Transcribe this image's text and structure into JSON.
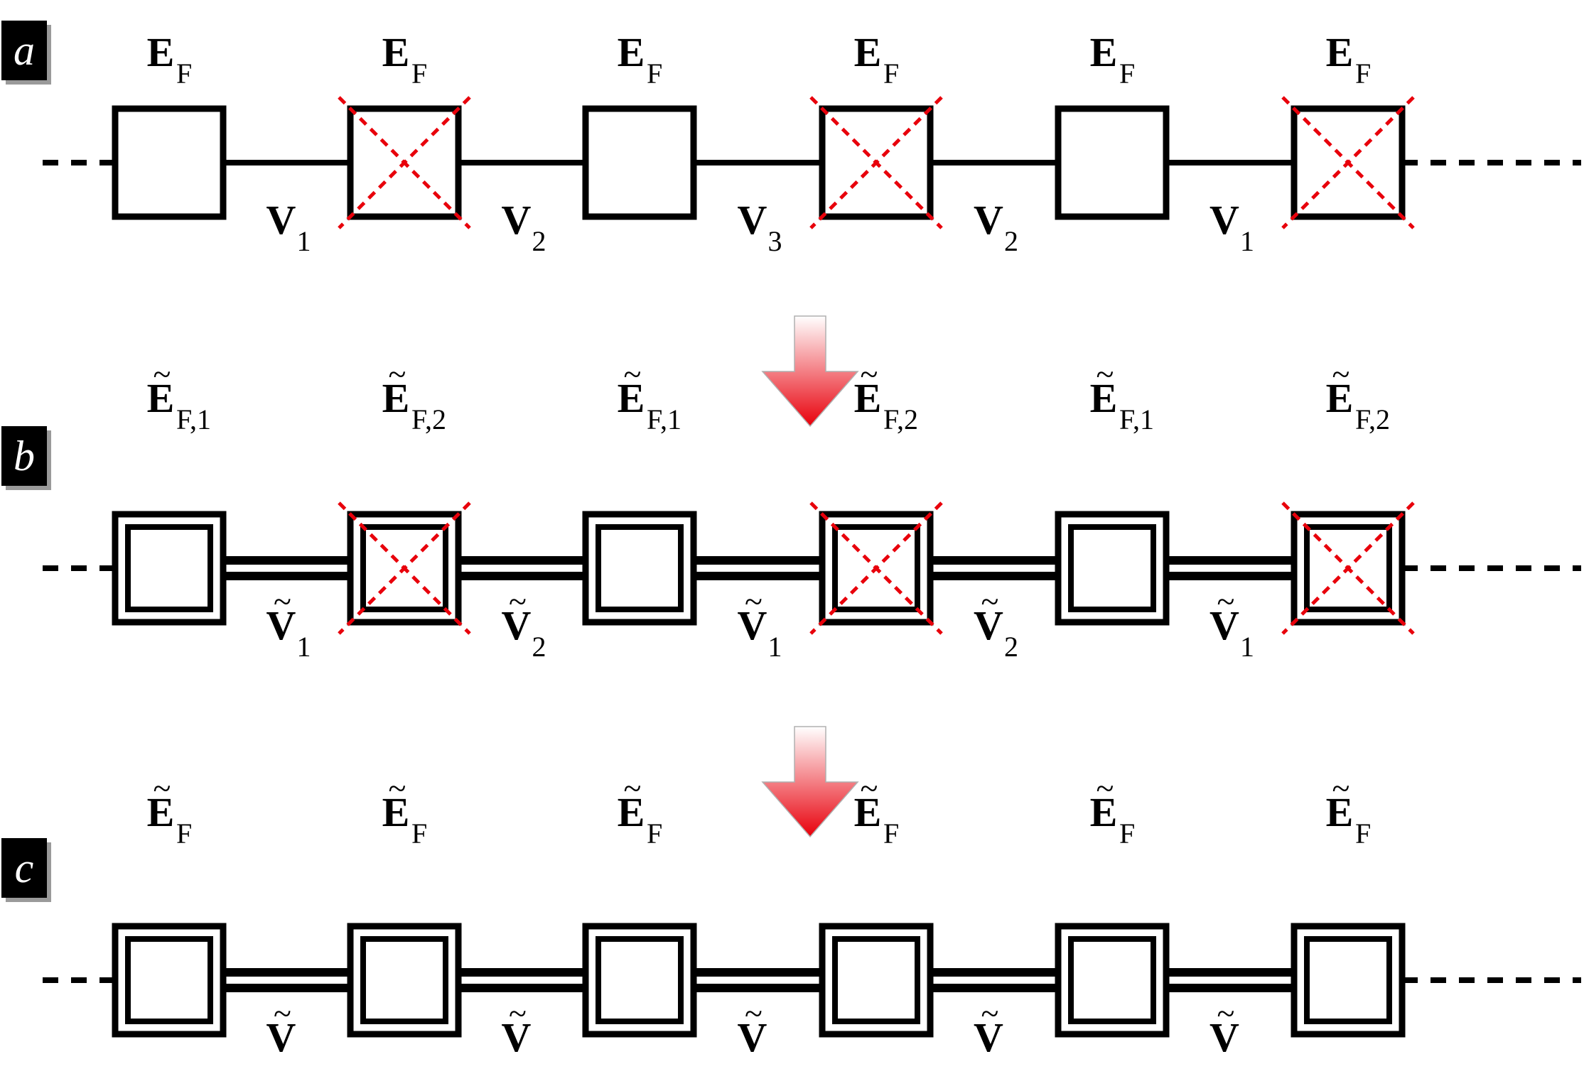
{
  "panels": [
    {
      "label": "a",
      "style": "single",
      "sites": [
        {
          "symbol": "E",
          "subscript": "F",
          "tilde": false,
          "decimated": false
        },
        {
          "symbol": "E",
          "subscript": "F",
          "tilde": false,
          "decimated": true
        },
        {
          "symbol": "E",
          "subscript": "F",
          "tilde": false,
          "decimated": false
        },
        {
          "symbol": "E",
          "subscript": "F",
          "tilde": false,
          "decimated": true
        },
        {
          "symbol": "E",
          "subscript": "F",
          "tilde": false,
          "decimated": false
        },
        {
          "symbol": "E",
          "subscript": "F",
          "tilde": false,
          "decimated": true
        }
      ],
      "bonds": [
        {
          "symbol": "V",
          "subscript": "1",
          "tilde": false
        },
        {
          "symbol": "V",
          "subscript": "2",
          "tilde": false
        },
        {
          "symbol": "V",
          "subscript": "3",
          "tilde": false
        },
        {
          "symbol": "V",
          "subscript": "2",
          "tilde": false
        },
        {
          "symbol": "V",
          "subscript": "1",
          "tilde": false
        }
      ]
    },
    {
      "label": "b",
      "style": "double",
      "sites": [
        {
          "symbol": "E",
          "subscript": "F,1",
          "tilde": true,
          "decimated": false
        },
        {
          "symbol": "E",
          "subscript": "F,2",
          "tilde": true,
          "decimated": true
        },
        {
          "symbol": "E",
          "subscript": "F,1",
          "tilde": true,
          "decimated": false
        },
        {
          "symbol": "E",
          "subscript": "F,2",
          "tilde": true,
          "decimated": true
        },
        {
          "symbol": "E",
          "subscript": "F,1",
          "tilde": true,
          "decimated": false
        },
        {
          "symbol": "E",
          "subscript": "F,2",
          "tilde": true,
          "decimated": true
        }
      ],
      "bonds": [
        {
          "symbol": "V",
          "subscript": "1",
          "tilde": true
        },
        {
          "symbol": "V",
          "subscript": "2",
          "tilde": true
        },
        {
          "symbol": "V",
          "subscript": "1",
          "tilde": true
        },
        {
          "symbol": "V",
          "subscript": "2",
          "tilde": true
        },
        {
          "symbol": "V",
          "subscript": "1",
          "tilde": true
        }
      ]
    },
    {
      "label": "c",
      "style": "double",
      "sites": [
        {
          "symbol": "E",
          "subscript": "F",
          "tilde": true,
          "decimated": false
        },
        {
          "symbol": "E",
          "subscript": "F",
          "tilde": true,
          "decimated": false
        },
        {
          "symbol": "E",
          "subscript": "F",
          "tilde": true,
          "decimated": false
        },
        {
          "symbol": "E",
          "subscript": "F",
          "tilde": true,
          "decimated": false
        },
        {
          "symbol": "E",
          "subscript": "F",
          "tilde": true,
          "decimated": false
        },
        {
          "symbol": "E",
          "subscript": "F",
          "tilde": true,
          "decimated": false
        }
      ],
      "bonds": [
        {
          "symbol": "V",
          "subscript": "",
          "tilde": true
        },
        {
          "symbol": "V",
          "subscript": "",
          "tilde": true
        },
        {
          "symbol": "V",
          "subscript": "",
          "tilde": true
        },
        {
          "symbol": "V",
          "subscript": "",
          "tilde": true
        },
        {
          "symbol": "V",
          "subscript": "",
          "tilde": true
        }
      ]
    }
  ],
  "arrows": [
    {
      "icon": "down-arrow-icon",
      "color_top": "#ffffff",
      "color_bottom": "#e8000b"
    },
    {
      "icon": "down-arrow-icon",
      "color_top": "#ffffff",
      "color_bottom": "#e8000b"
    }
  ],
  "colors": {
    "line": "#000000",
    "cross": "#e8000b",
    "label_bg": "#000000",
    "label_shadow": "#9a9a9a"
  }
}
